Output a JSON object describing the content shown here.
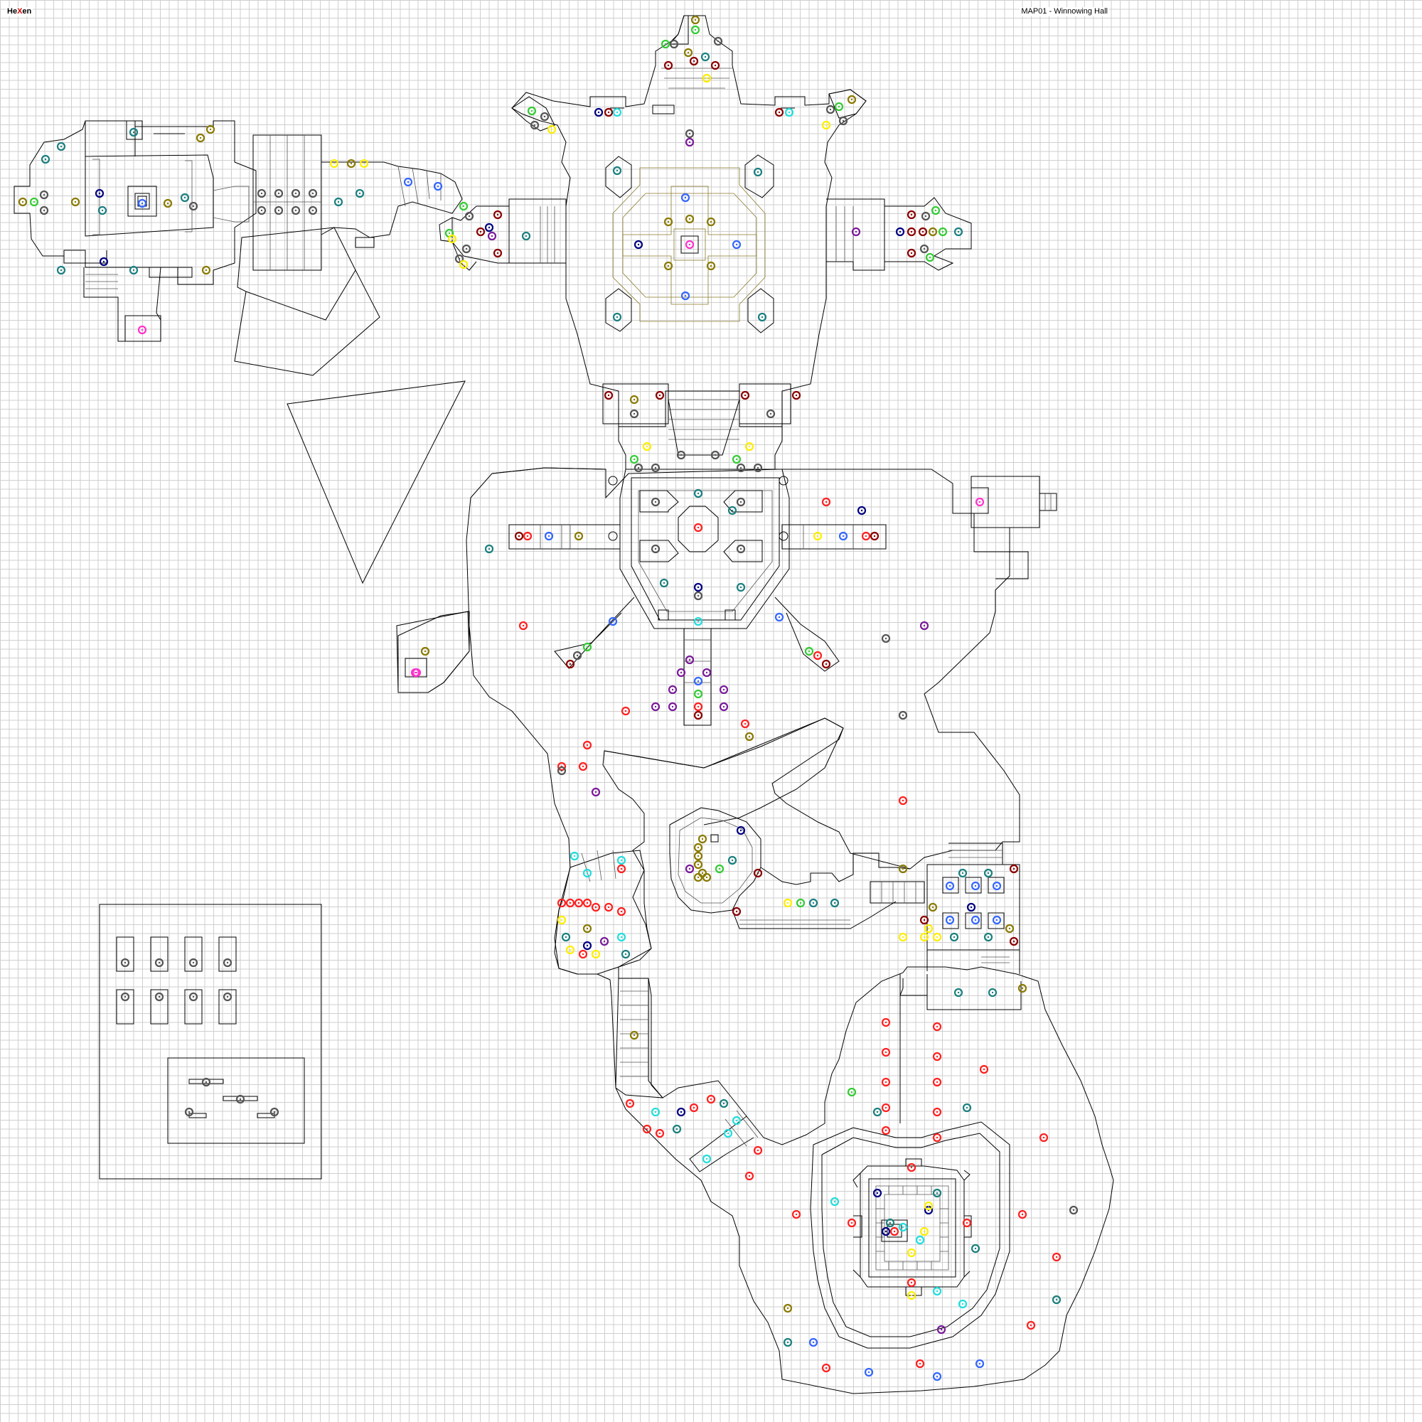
{
  "header": {
    "game_logo": {
      "part1": "He",
      "part2": "X",
      "part3": "en"
    },
    "map_title": "MAP01 - Winnowing Hall"
  },
  "colors": {
    "grid": "#cfcfcf",
    "background": "#ffffff",
    "walls": "#000000",
    "logo_accent": "#d40000"
  },
  "legend_marker_colors": {
    "red": "#ff2020",
    "dark-red": "#8b0000",
    "yellow": "#ffee00",
    "olive": "#8a7a00",
    "green": "#33cc33",
    "teal": "#1a7f7f",
    "cyan": "#22dddd",
    "blue": "#3366ff",
    "navy": "#000080",
    "purple": "#7a1a9a",
    "magenta": "#ff33cc",
    "gray": "#555555"
  },
  "markers": [
    [
      "olive",
      978,
      28
    ],
    [
      "green",
      978,
      42
    ],
    [
      "gray",
      948,
      62
    ],
    [
      "green",
      936,
      62
    ],
    [
      "gray",
      1010,
      58
    ],
    [
      "olive",
      968,
      74
    ],
    [
      "teal",
      992,
      80
    ],
    [
      "dark-red",
      940,
      92
    ],
    [
      "dark-red",
      976,
      86
    ],
    [
      "dark-red",
      1006,
      92
    ],
    [
      "yellow",
      994,
      110
    ],
    [
      "green",
      748,
      156
    ],
    [
      "gray",
      766,
      164
    ],
    [
      "gray",
      752,
      176
    ],
    [
      "yellow",
      776,
      182
    ],
    [
      "navy",
      842,
      158
    ],
    [
      "dark-red",
      856,
      158
    ],
    [
      "cyan",
      868,
      158
    ],
    [
      "dark-red",
      1096,
      158
    ],
    [
      "cyan",
      1110,
      158
    ],
    [
      "olive",
      1198,
      140
    ],
    [
      "green",
      1180,
      150
    ],
    [
      "gray",
      1168,
      154
    ],
    [
      "gray",
      1186,
      170
    ],
    [
      "yellow",
      1162,
      176
    ],
    [
      "gray",
      970,
      188
    ],
    [
      "purple",
      970,
      200
    ],
    [
      "teal",
      868,
      240
    ],
    [
      "teal",
      1066,
      242
    ],
    [
      "blue",
      964,
      278
    ],
    [
      "olive",
      940,
      312
    ],
    [
      "olive",
      970,
      308
    ],
    [
      "olive",
      1000,
      312
    ],
    [
      "navy",
      898,
      344
    ],
    [
      "magenta",
      970,
      344
    ],
    [
      "blue",
      1036,
      344
    ],
    [
      "olive",
      940,
      374
    ],
    [
      "olive",
      1000,
      374
    ],
    [
      "blue",
      964,
      416
    ],
    [
      "teal",
      868,
      446
    ],
    [
      "teal",
      1072,
      446
    ],
    [
      "teal",
      86,
      206
    ],
    [
      "teal",
      188,
      186
    ],
    [
      "olive",
      282,
      194
    ],
    [
      "olive",
      296,
      182
    ],
    [
      "teal",
      64,
      224
    ],
    [
      "olive",
      32,
      284
    ],
    [
      "green",
      48,
      284
    ],
    [
      "gray",
      62,
      274
    ],
    [
      "gray",
      62,
      296
    ],
    [
      "olive",
      106,
      284
    ],
    [
      "navy",
      140,
      272
    ],
    [
      "blue",
      200,
      286
    ],
    [
      "teal",
      144,
      296
    ],
    [
      "olive",
      236,
      286
    ],
    [
      "teal",
      260,
      278
    ],
    [
      "gray",
      272,
      290
    ],
    [
      "teal",
      86,
      380
    ],
    [
      "navy",
      146,
      368
    ],
    [
      "teal",
      188,
      380
    ],
    [
      "olive",
      290,
      380
    ],
    [
      "magenta",
      200,
      464
    ],
    [
      "gray",
      368,
      272
    ],
    [
      "gray",
      392,
      272
    ],
    [
      "gray",
      416,
      272
    ],
    [
      "gray",
      440,
      272
    ],
    [
      "gray",
      368,
      296
    ],
    [
      "gray",
      392,
      296
    ],
    [
      "gray",
      416,
      296
    ],
    [
      "gray",
      440,
      296
    ],
    [
      "yellow",
      470,
      230
    ],
    [
      "olive",
      494,
      230
    ],
    [
      "yellow",
      512,
      230
    ],
    [
      "teal",
      506,
      272
    ],
    [
      "teal",
      476,
      284
    ],
    [
      "blue",
      574,
      256
    ],
    [
      "blue",
      616,
      262
    ],
    [
      "green",
      652,
      290
    ],
    [
      "gray",
      660,
      304
    ],
    [
      "dark-red",
      700,
      302
    ],
    [
      "navy",
      688,
      320
    ],
    [
      "dark-red",
      676,
      326
    ],
    [
      "purple",
      692,
      332
    ],
    [
      "green",
      632,
      328
    ],
    [
      "yellow",
      636,
      336
    ],
    [
      "gray",
      656,
      350
    ],
    [
      "dark-red",
      700,
      356
    ],
    [
      "gray",
      646,
      364
    ],
    [
      "yellow",
      652,
      372
    ],
    [
      "teal",
      740,
      332
    ],
    [
      "green",
      1316,
      296
    ],
    [
      "gray",
      1302,
      304
    ],
    [
      "dark-red",
      1282,
      302
    ],
    [
      "navy",
      1266,
      326
    ],
    [
      "dark-red",
      1282,
      326
    ],
    [
      "dark-red",
      1298,
      326
    ],
    [
      "olive",
      1312,
      326
    ],
    [
      "green",
      1326,
      326
    ],
    [
      "teal",
      1348,
      326
    ],
    [
      "gray",
      1300,
      350
    ],
    [
      "dark-red",
      1282,
      356
    ],
    [
      "green",
      1308,
      362
    ],
    [
      "purple",
      1204,
      326
    ],
    [
      "dark-red",
      856,
      556
    ],
    [
      "olive",
      892,
      562
    ],
    [
      "dark-red",
      928,
      556
    ],
    [
      "gray",
      892,
      582
    ],
    [
      "dark-red",
      1048,
      556
    ],
    [
      "dark-red",
      1120,
      556
    ],
    [
      "gray",
      1084,
      582
    ],
    [
      "yellow",
      910,
      628
    ],
    [
      "green",
      892,
      646
    ],
    [
      "gray",
      898,
      658
    ],
    [
      "gray",
      922,
      658
    ],
    [
      "yellow",
      1054,
      628
    ],
    [
      "green",
      1036,
      646
    ],
    [
      "gray",
      1042,
      658
    ],
    [
      "gray",
      1066,
      658
    ],
    [
      "gray",
      958,
      640
    ],
    [
      "gray",
      1006,
      640
    ],
    [
      "teal",
      982,
      694
    ],
    [
      "gray",
      922,
      706
    ],
    [
      "gray",
      1042,
      706
    ],
    [
      "teal",
      1030,
      718
    ],
    [
      "red",
      982,
      742
    ],
    [
      "gray",
      922,
      772
    ],
    [
      "gray",
      1042,
      772
    ],
    [
      "dark-red",
      730,
      754
    ],
    [
      "red",
      742,
      754
    ],
    [
      "blue",
      772,
      754
    ],
    [
      "olive",
      814,
      754
    ],
    [
      "yellow",
      1150,
      754
    ],
    [
      "blue",
      1186,
      754
    ],
    [
      "red",
      1218,
      754
    ],
    [
      "dark-red",
      1230,
      754
    ],
    [
      "red",
      1162,
      706
    ],
    [
      "navy",
      1212,
      718
    ],
    [
      "teal",
      688,
      772
    ],
    [
      "teal",
      934,
      820
    ],
    [
      "navy",
      982,
      826
    ],
    [
      "gray",
      982,
      838
    ],
    [
      "teal",
      1042,
      826
    ],
    [
      "cyan",
      982,
      874
    ],
    [
      "blue",
      862,
      874
    ],
    [
      "blue",
      1096,
      868
    ],
    [
      "green",
      826,
      910
    ],
    [
      "gray",
      812,
      922
    ],
    [
      "dark-red",
      802,
      934
    ],
    [
      "green",
      1138,
      916
    ],
    [
      "red",
      1150,
      922
    ],
    [
      "dark-red",
      1162,
      934
    ],
    [
      "red",
      736,
      880
    ],
    [
      "magenta",
      586,
      946
    ],
    [
      "olive",
      598,
      916
    ],
    [
      "purple",
      1300,
      880
    ],
    [
      "gray",
      1246,
      898
    ],
    [
      "purple",
      970,
      928
    ],
    [
      "purple",
      958,
      946
    ],
    [
      "purple",
      994,
      946
    ],
    [
      "blue",
      982,
      958
    ],
    [
      "purple",
      946,
      970
    ],
    [
      "green",
      982,
      976
    ],
    [
      "purple",
      1018,
      970
    ],
    [
      "purple",
      922,
      994
    ],
    [
      "purple",
      946,
      994
    ],
    [
      "red",
      982,
      994
    ],
    [
      "purple",
      1018,
      994
    ],
    [
      "dark-red",
      982,
      1006
    ],
    [
      "red",
      880,
      1000
    ],
    [
      "red",
      1048,
      1018
    ],
    [
      "olive",
      1054,
      1036
    ],
    [
      "gray",
      1270,
      1006
    ],
    [
      "red",
      826,
      1048
    ],
    [
      "red",
      790,
      1078
    ],
    [
      "gray",
      790,
      1084
    ],
    [
      "red",
      820,
      1078
    ],
    [
      "purple",
      838,
      1114
    ],
    [
      "red",
      1270,
      1126
    ],
    [
      "cyan",
      808,
      1204
    ],
    [
      "cyan",
      874,
      1210
    ],
    [
      "red",
      874,
      1222
    ],
    [
      "cyan",
      826,
      1228
    ],
    [
      "olive",
      988,
      1180
    ],
    [
      "olive",
      982,
      1192
    ],
    [
      "olive",
      982,
      1204
    ],
    [
      "olive",
      982,
      1216
    ],
    [
      "olive",
      988,
      1228
    ],
    [
      "olive",
      982,
      1234
    ],
    [
      "olive",
      994,
      1234
    ],
    [
      "teal",
      1030,
      1210
    ],
    [
      "green",
      1012,
      1222
    ],
    [
      "purple",
      970,
      1222
    ],
    [
      "navy",
      1042,
      1168
    ],
    [
      "dark-red",
      1066,
      1228
    ],
    [
      "dark-red",
      1036,
      1282
    ],
    [
      "red",
      790,
      1270
    ],
    [
      "red",
      802,
      1270
    ],
    [
      "red",
      814,
      1270
    ],
    [
      "red",
      826,
      1270
    ],
    [
      "red",
      838,
      1276
    ],
    [
      "red",
      856,
      1276
    ],
    [
      "red",
      874,
      1282
    ],
    [
      "yellow",
      790,
      1294
    ],
    [
      "olive",
      826,
      1306
    ],
    [
      "teal",
      796,
      1318
    ],
    [
      "cyan",
      874,
      1318
    ],
    [
      "purple",
      850,
      1324
    ],
    [
      "navy",
      826,
      1330
    ],
    [
      "yellow",
      802,
      1336
    ],
    [
      "red",
      820,
      1342
    ],
    [
      "yellow",
      838,
      1342
    ],
    [
      "teal",
      880,
      1342
    ],
    [
      "yellow",
      1108,
      1270
    ],
    [
      "green",
      1126,
      1270
    ],
    [
      "teal",
      1144,
      1270
    ],
    [
      "teal",
      1174,
      1270
    ],
    [
      "olive",
      1270,
      1222
    ],
    [
      "teal",
      1354,
      1228
    ],
    [
      "teal",
      1390,
      1228
    ],
    [
      "dark-red",
      1426,
      1222
    ],
    [
      "blue",
      1336,
      1246
    ],
    [
      "blue",
      1372,
      1246
    ],
    [
      "blue",
      1402,
      1246
    ],
    [
      "olive",
      1312,
      1276
    ],
    [
      "navy",
      1366,
      1276
    ],
    [
      "blue",
      1336,
      1294
    ],
    [
      "blue",
      1372,
      1294
    ],
    [
      "blue",
      1402,
      1294
    ],
    [
      "olive",
      1420,
      1306
    ],
    [
      "dark-red",
      1426,
      1324
    ],
    [
      "yellow",
      1270,
      1318
    ],
    [
      "yellow",
      1300,
      1318
    ],
    [
      "yellow",
      1318,
      1318
    ],
    [
      "teal",
      1342,
      1318
    ],
    [
      "teal",
      1390,
      1318
    ],
    [
      "olive",
      1438,
      1390
    ],
    [
      "teal",
      1348,
      1396
    ],
    [
      "teal",
      1396,
      1396
    ],
    [
      "yellow",
      1306,
      1306
    ],
    [
      "dark-red",
      1300,
      1294
    ],
    [
      "olive",
      892,
      1456
    ],
    [
      "red",
      886,
      1552
    ],
    [
      "cyan",
      922,
      1564
    ],
    [
      "navy",
      958,
      1564
    ],
    [
      "red",
      976,
      1558
    ],
    [
      "red",
      1000,
      1546
    ],
    [
      "teal",
      1018,
      1552
    ],
    [
      "red",
      910,
      1588
    ],
    [
      "red",
      928,
      1594
    ],
    [
      "teal",
      952,
      1588
    ],
    [
      "cyan",
      1036,
      1576
    ],
    [
      "cyan",
      1024,
      1594
    ],
    [
      "cyan",
      994,
      1630
    ],
    [
      "red",
      1246,
      1438
    ],
    [
      "red",
      1246,
      1480
    ],
    [
      "red",
      1246,
      1522
    ],
    [
      "red",
      1246,
      1558
    ],
    [
      "red",
      1246,
      1590
    ],
    [
      "red",
      1318,
      1444
    ],
    [
      "red",
      1318,
      1486
    ],
    [
      "red",
      1318,
      1522
    ],
    [
      "red",
      1318,
      1564
    ],
    [
      "red",
      1318,
      1600
    ],
    [
      "red",
      1384,
      1504
    ],
    [
      "teal",
      1360,
      1558
    ],
    [
      "green",
      1198,
      1536
    ],
    [
      "teal",
      1234,
      1564
    ],
    [
      "red",
      1066,
      1618
    ],
    [
      "red",
      1054,
      1654
    ],
    [
      "red",
      1120,
      1708
    ],
    [
      "red",
      1468,
      1600
    ],
    [
      "red",
      1438,
      1708
    ],
    [
      "gray",
      1510,
      1702
    ],
    [
      "red",
      1486,
      1768
    ],
    [
      "teal",
      1486,
      1828
    ],
    [
      "red",
      1450,
      1864
    ],
    [
      "cyan",
      1174,
      1690
    ],
    [
      "navy",
      1234,
      1678
    ],
    [
      "red",
      1282,
      1642
    ],
    [
      "teal",
      1318,
      1678
    ],
    [
      "red",
      1198,
      1720
    ],
    [
      "navy",
      1306,
      1702
    ],
    [
      "yellow",
      1306,
      1696
    ],
    [
      "teal",
      1252,
      1720
    ],
    [
      "cyan",
      1270,
      1726
    ],
    [
      "navy",
      1246,
      1732
    ],
    [
      "red",
      1258,
      1732
    ],
    [
      "yellow",
      1300,
      1732
    ],
    [
      "cyan",
      1294,
      1744
    ],
    [
      "red",
      1360,
      1720
    ],
    [
      "teal",
      1372,
      1756
    ],
    [
      "yellow",
      1282,
      1762
    ],
    [
      "red",
      1282,
      1804
    ],
    [
      "yellow",
      1282,
      1822
    ],
    [
      "cyan",
      1318,
      1816
    ],
    [
      "cyan",
      1354,
      1834
    ],
    [
      "purple",
      1324,
      1870
    ],
    [
      "olive",
      1108,
      1840
    ],
    [
      "teal",
      1108,
      1888
    ],
    [
      "blue",
      1144,
      1888
    ],
    [
      "red",
      1162,
      1924
    ],
    [
      "blue",
      1222,
      1930
    ],
    [
      "red",
      1294,
      1918
    ],
    [
      "blue",
      1318,
      1936
    ],
    [
      "blue",
      1378,
      1918
    ],
    [
      "gray",
      176,
      1354
    ],
    [
      "gray",
      224,
      1354
    ],
    [
      "gray",
      272,
      1354
    ],
    [
      "gray",
      320,
      1354
    ],
    [
      "gray",
      176,
      1402
    ],
    [
      "gray",
      224,
      1402
    ],
    [
      "gray",
      272,
      1402
    ],
    [
      "gray",
      320,
      1402
    ],
    [
      "gray",
      290,
      1522
    ],
    [
      "gray",
      338,
      1546
    ],
    [
      "gray",
      266,
      1564
    ],
    [
      "gray",
      386,
      1564
    ],
    [
      "magenta",
      1378,
      706
    ],
    [
      "magenta",
      584,
      946
    ]
  ]
}
